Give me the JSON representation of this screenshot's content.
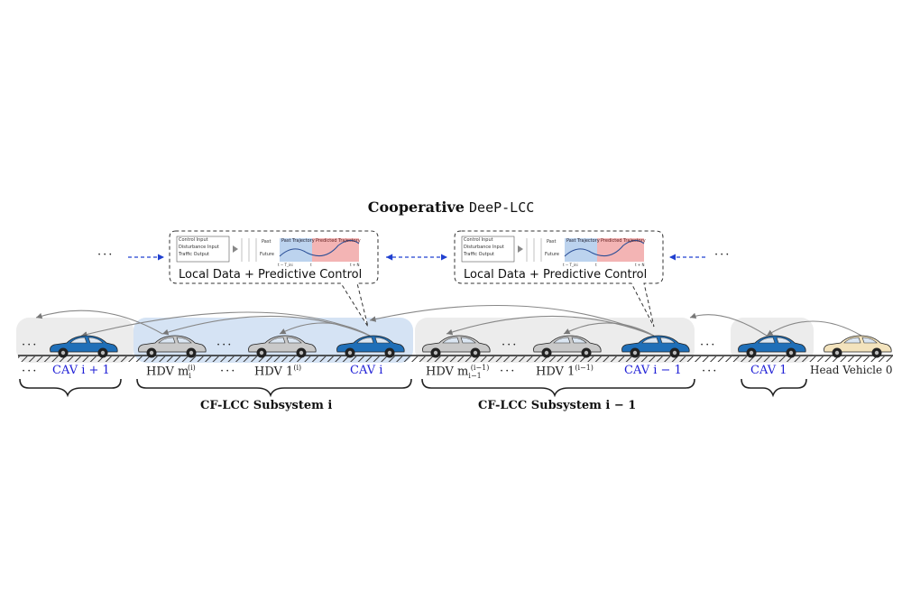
{
  "title_bold": "Cooperative",
  "title_mono": "DeeP-LCC",
  "bubbles": [
    {
      "text": "Local Data + Predictive Control",
      "legend": [
        "Control Input",
        "Disturbance Input",
        "Traffic Output"
      ],
      "past_label": "Past",
      "future_label": "Future",
      "past_traj": "Past Trajectory",
      "pred_traj": "Predicted Trajectory",
      "t_left": "t − T_ini",
      "t_mid": "t",
      "t_right": "t + N"
    },
    {
      "text": "Local Data + Predictive Control",
      "legend": [
        "Control Input",
        "Disturbance Input",
        "Traffic Output"
      ],
      "past_label": "Past",
      "future_label": "Future",
      "past_traj": "Past Trajectory",
      "pred_traj": "Predicted Trajectory",
      "t_left": "t − T_ini",
      "t_mid": "t",
      "t_right": "t + N"
    }
  ],
  "ellipsis": "···",
  "vehicles": {
    "cav_i_plus_1": "CAV i + 1",
    "hdv_m_i": "HDV m",
    "hdv_m_i_sub": "i",
    "hdv_m_i_sup": "(i)",
    "hdv_1_i": "HDV 1",
    "hdv_1_i_sup": "(i)",
    "cav_i": "CAV i",
    "hdv_m_im1": "HDV m",
    "hdv_m_im1_sub": "i−1",
    "hdv_m_im1_sup": "(i−1)",
    "hdv_1_im1": "HDV 1",
    "hdv_1_im1_sup": "(i−1)",
    "cav_i_minus_1": "CAV i − 1",
    "cav_1": "CAV 1",
    "head": "Head Vehicle 0"
  },
  "subsystems": [
    "CF-LCC Subsystem i",
    "CF-LCC Subsystem i − 1"
  ],
  "colors": {
    "cav": "#1f6fb8",
    "hdv": "#c9c9c9",
    "head": "#f3e3bd",
    "label_blue": "#1f1fd6",
    "highlight": "#d5e3f4",
    "gray_region": "#ececec",
    "past_blue": "#bcd3ee",
    "pred_red": "#f3b4b4"
  }
}
